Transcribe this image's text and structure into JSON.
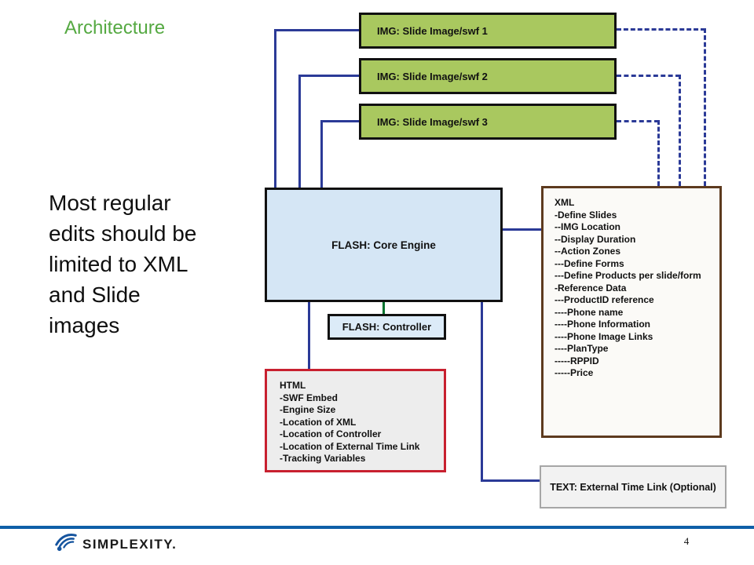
{
  "slide": {
    "title": "Architecture",
    "side_note_lines": [
      "Most regular",
      "edits should be",
      "limited to XML",
      "and Slide",
      "images"
    ],
    "page_number": "4",
    "footer_brand": "SIMPLEXITY."
  },
  "diagram": {
    "img_boxes": [
      {
        "label": "IMG: Slide Image/swf 1"
      },
      {
        "label": "IMG: Slide Image/swf 2"
      },
      {
        "label": "IMG: Slide Image/swf 3"
      }
    ],
    "core_engine": {
      "label": "FLASH: Core Engine"
    },
    "controller": {
      "label": "FLASH: Controller"
    },
    "xml_box": {
      "lines": [
        "XML",
        "-Define Slides",
        "--IMG Location",
        "--Display Duration",
        "--Action Zones",
        "---Define Forms",
        "---Define Products per slide/form",
        "-Reference Data",
        "---ProductID reference",
        "----Phone name",
        "----Phone Information",
        "----Phone Image Links",
        "----PlanType",
        "-----RPPID",
        "-----Price"
      ]
    },
    "html_box": {
      "lines": [
        "HTML",
        "-SWF Embed",
        "-Engine Size",
        "-Location of XML",
        "-Location of Controller",
        "-Location of External Time Link",
        "-Tracking Variables"
      ]
    },
    "external_link_box": {
      "label": "TEXT: External Time Link (Optional)"
    }
  },
  "colors": {
    "title_green": "#55a942",
    "box_green": "#a9c85f",
    "box_blue": "#d5e6f5",
    "line_blue": "#2b3a97",
    "line_green": "#00732f",
    "xml_border_brown": "#5d3a1e",
    "html_border_red": "#c8202f",
    "footer_blue": "#0e5fa8"
  }
}
